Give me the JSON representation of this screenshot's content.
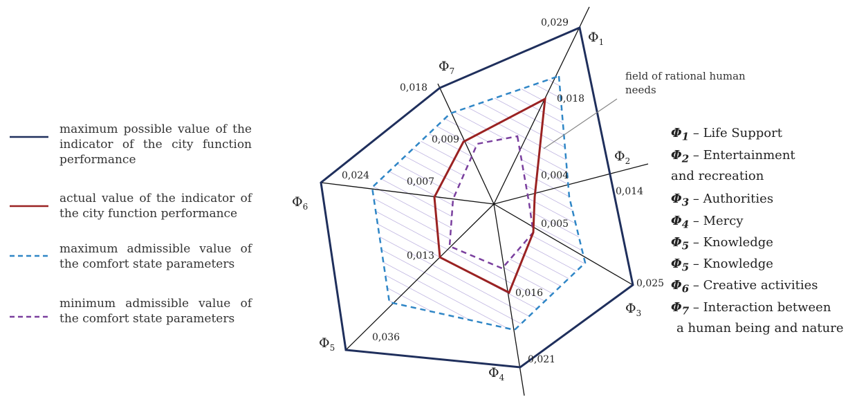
{
  "legend": [
    {
      "label": "maximum possible value of the indicator of the city function performance",
      "color": "#1f2f5c",
      "dash": "solid"
    },
    {
      "label": "actual value of the indicator of the city function performance",
      "color": "#9a2222",
      "dash": "solid"
    },
    {
      "label": "maximum admissible value of the comfort state parameters",
      "color": "#2f86c6",
      "dash": "dashed"
    },
    {
      "label": "minimum admissible value of the comfort state parameters",
      "color": "#7a3f9e",
      "dash": "dashed"
    }
  ],
  "axes": [
    {
      "label": "Φ",
      "sub": "1"
    },
    {
      "label": "Φ",
      "sub": "2"
    },
    {
      "label": "Φ",
      "sub": "3"
    },
    {
      "label": "Φ",
      "sub": "4"
    },
    {
      "label": "Φ",
      "sub": "5"
    },
    {
      "label": "Φ",
      "sub": "6"
    },
    {
      "label": "Φ",
      "sub": "7"
    }
  ],
  "max_values": [
    "0,029",
    "0,014",
    "0,025",
    "0,021",
    "0,036",
    "0,024",
    "0,018"
  ],
  "actual_values": [
    "0,018",
    "0,004",
    "0,005",
    "0,016",
    "0,013",
    "0,007",
    "0,009"
  ],
  "annotation": "field of rational human needs",
  "functions": [
    {
      "symbol": "Φ",
      "sub": "1",
      "text": " – Life Support"
    },
    {
      "symbol": "Φ",
      "sub": "2",
      "text": " – Entertainment"
    },
    {
      "symbol": "",
      "sub": "",
      "text": "and recreation"
    },
    {
      "symbol": "Φ",
      "sub": "3",
      "text": " – Authorities"
    },
    {
      "symbol": "Φ",
      "sub": "4",
      "text": " – Mercy"
    },
    {
      "symbol": "Φ",
      "sub": "5",
      "text": " – Knowledge"
    },
    {
      "symbol": "Φ",
      "sub": "5",
      "text": " – Knowledge"
    },
    {
      "symbol": "Φ",
      "sub": "6",
      "text": " – Creative activities"
    },
    {
      "symbol": "Φ",
      "sub": "7",
      "text": " – Interaction between"
    },
    {
      "symbol": "",
      "sub": "",
      "text": "a human being and nature"
    }
  ]
}
